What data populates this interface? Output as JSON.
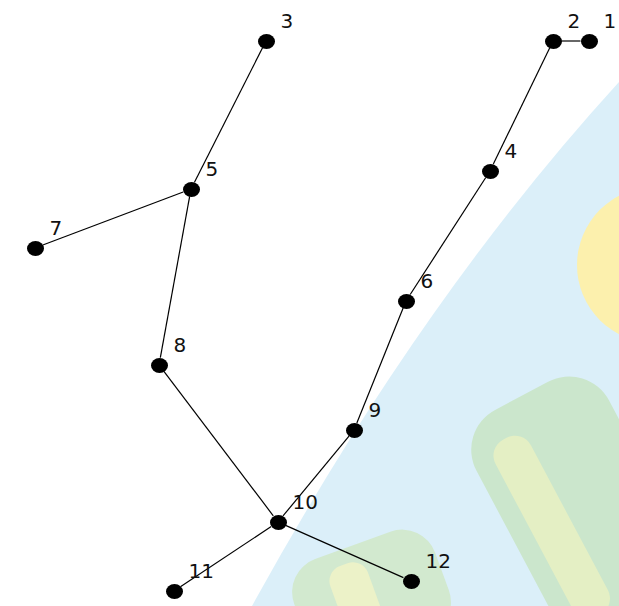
{
  "diagram": {
    "nodes": [
      {
        "text": [
          "1"
        ]
      },
      {
        "text": [
          "2"
        ]
      },
      {
        "text": [
          "3"
        ]
      },
      {
        "text": [
          "4"
        ]
      },
      {
        "text": [
          "5"
        ]
      },
      {
        "text": [
          "6"
        ]
      },
      {
        "text": [
          "7"
        ]
      },
      {
        "text": [
          "8"
        ]
      },
      {
        "text": [
          "9"
        ]
      },
      {
        "text": [
          "10"
        ]
      },
      {
        "text": [
          "11"
        ]
      },
      {
        "text": [
          "12"
        ]
      }
    ],
    "edges": [
      {
        "from": 1,
        "to": 0,
        "arrow": "none"
      },
      {
        "from": 1,
        "to": 3,
        "arrow": "none"
      },
      {
        "from": 3,
        "to": 5,
        "arrow": "none"
      },
      {
        "from": 5,
        "to": 8,
        "arrow": "none"
      },
      {
        "from": 8,
        "to": 9,
        "arrow": "none"
      },
      {
        "from": 2,
        "to": 4,
        "arrow": "none"
      },
      {
        "from": 4,
        "to": 6,
        "arrow": "none"
      },
      {
        "from": 4,
        "to": 7,
        "arrow": "none"
      },
      {
        "from": 7,
        "to": 9,
        "arrow": "none"
      },
      {
        "from": 9,
        "to": 10,
        "arrow": "none"
      },
      {
        "from": 9,
        "to": 11,
        "arrow": "none"
      }
    ]
  }
}
